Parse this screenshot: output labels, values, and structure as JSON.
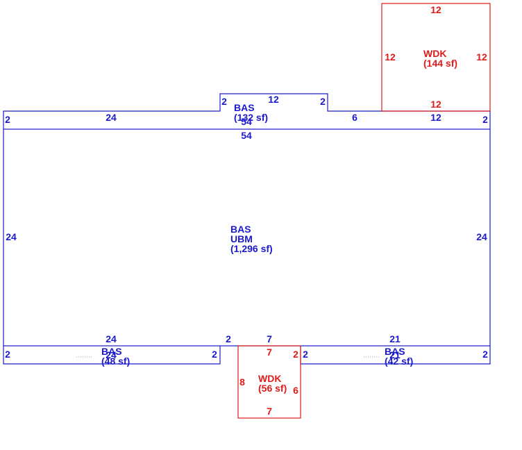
{
  "colors": {
    "bas": "#1a1acc",
    "wdk": "#e01a1a",
    "background": "#ffffff"
  },
  "areas": {
    "main": {
      "code": "BAS",
      "subcode": "UBM",
      "area": "(1,296 sf)"
    },
    "top_bump": {
      "code": "BAS",
      "area": "(132 sf)"
    },
    "left_strip": {
      "code": "BAS",
      "area": "(48 sf)"
    },
    "right_strip": {
      "code": "BAS",
      "area": "(42 sf)"
    },
    "deck_top": {
      "code": "WDK",
      "area": "(144 sf)"
    },
    "deck_bottom": {
      "code": "WDK",
      "area": "(56 sf)"
    }
  },
  "dims": {
    "deck_top": {
      "top": "12",
      "left": "12",
      "right": "12",
      "bottom": "12"
    },
    "top_strip": {
      "left": "2",
      "left_len": "24",
      "bump_left": "2",
      "bump_top": "12",
      "bump_right": "2",
      "right_seg": "6",
      "right_seg2": "12",
      "right": "2",
      "bottom_overlap": "54",
      "main_top": "54"
    },
    "main": {
      "left": "24",
      "right": "24"
    },
    "bottom": {
      "left_len": "24",
      "gap": "2",
      "deck_top": "7",
      "right_len": "21",
      "left_strip_left": "2",
      "left_strip_right": "2",
      "left_strip_overlap": "24",
      "right_strip_left": "2",
      "right_strip_right": "2",
      "right_strip_overlap": "21"
    },
    "deck_bottom": {
      "top": "7",
      "right_top": "2",
      "left": "8",
      "right": "6",
      "bottom": "7"
    }
  }
}
